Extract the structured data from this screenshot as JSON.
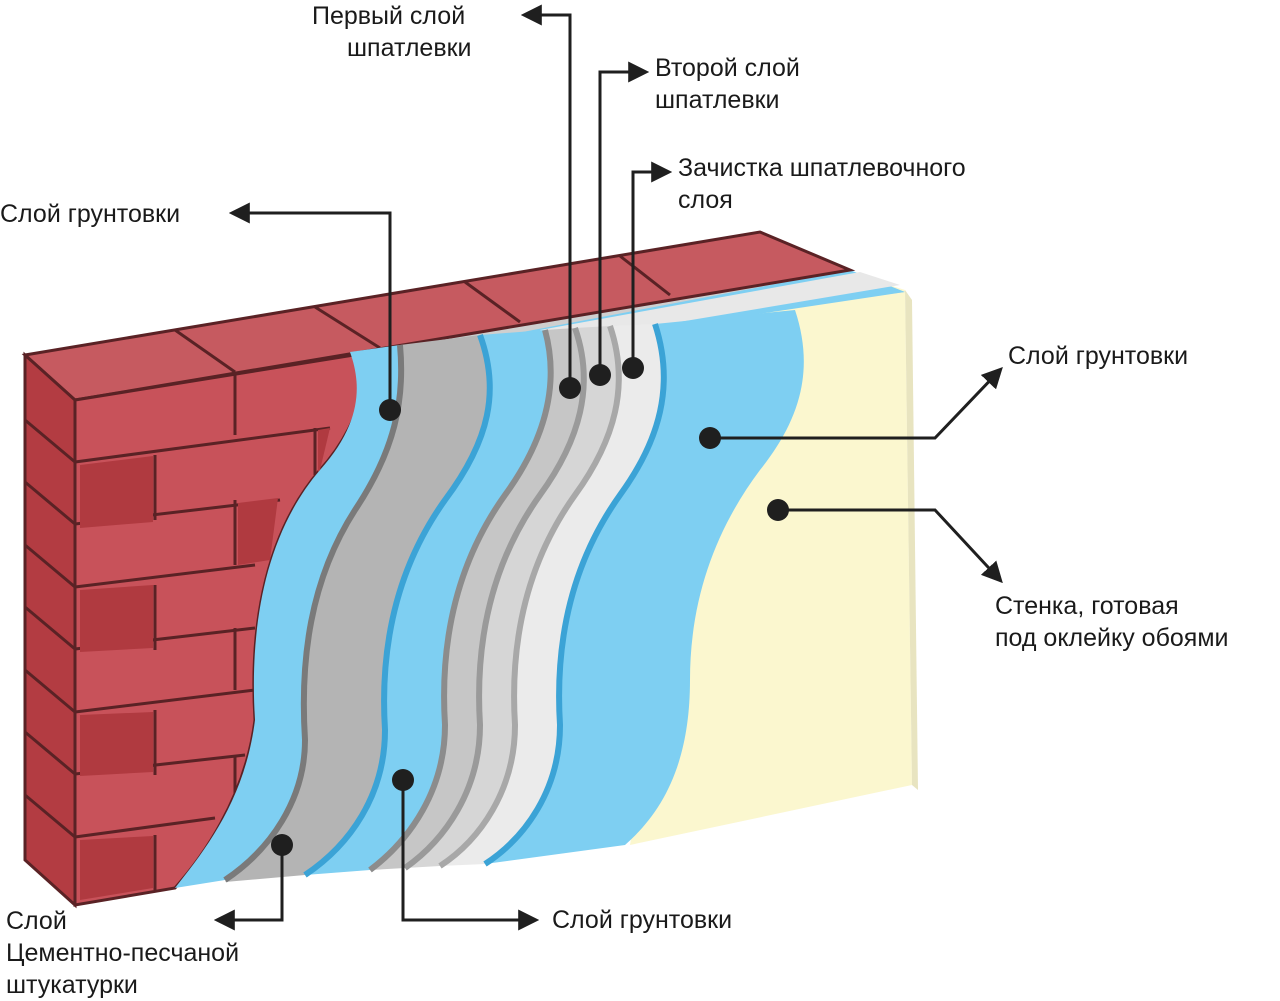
{
  "labels": {
    "first_putty": [
      "Первый слой",
      "шпатлевки"
    ],
    "second_putty": [
      "Второй слой",
      "шпатлевки"
    ],
    "cleaning": [
      "Зачистка шпатлевочного",
      "слоя"
    ],
    "primer_left": "Слой грунтовки",
    "primer_right": "Слой грунтовки",
    "primer_bottom": "Слой грунтовки",
    "finished_wall": [
      "Стенка, готовая",
      "под оклейку обоями"
    ],
    "plaster": [
      "Слой",
      "Цементно-песчаной",
      "штукатурки"
    ]
  },
  "colors": {
    "brick": "#c8525a",
    "brick_dark": "#b03a40",
    "mortar": "#5a2225",
    "primer": "#7ecff2",
    "primer_edge": "#3ba3d6",
    "plaster": "#b4b4b4",
    "putty1": "#cfcfcf",
    "putty2": "#e4e4e4",
    "finish": "#fbf7cf",
    "leader": "#1f1f1f"
  }
}
